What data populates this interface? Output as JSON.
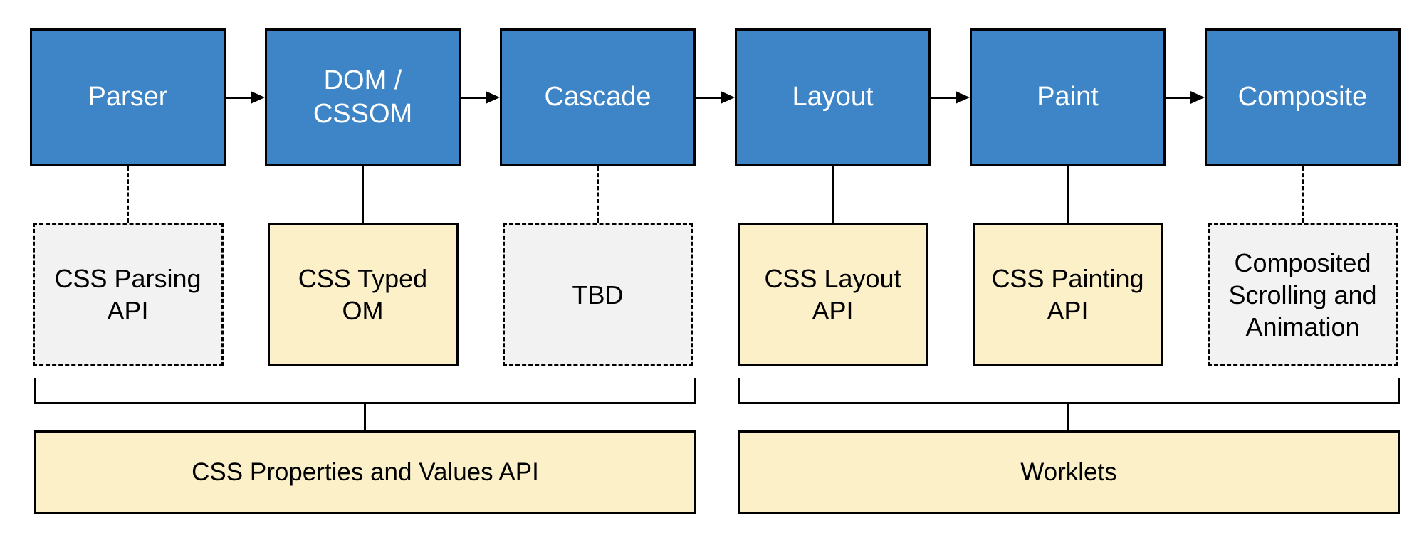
{
  "colors": {
    "stage_fill": "#3d85c6",
    "stage_text": "#ffffff",
    "api_solid_fill": "#fcf0c9",
    "api_dashed_fill": "#f2f2f2",
    "group_fill": "#fcf0c9",
    "line": "#000000",
    "background": "#ffffff"
  },
  "columns": [
    {
      "stage": "Parser",
      "api": "CSS Parsing\nAPI",
      "api_style": "dashed",
      "connector_style": "dashed"
    },
    {
      "stage": "DOM /\nCSSOM",
      "api": "CSS Typed\nOM",
      "api_style": "solid",
      "connector_style": "solid"
    },
    {
      "stage": "Cascade",
      "api": "TBD",
      "api_style": "dashed",
      "connector_style": "dashed"
    },
    {
      "stage": "Layout",
      "api": "CSS Layout\nAPI",
      "api_style": "solid",
      "connector_style": "solid"
    },
    {
      "stage": "Paint",
      "api": "CSS Painting\nAPI",
      "api_style": "solid",
      "connector_style": "solid"
    },
    {
      "stage": "Composite",
      "api": "Composited\nScrolling and\nAnimation",
      "api_style": "dashed",
      "connector_style": "dashed"
    }
  ],
  "groups": [
    {
      "label": "CSS Properties and Values API",
      "spans_stages": [
        "Parser",
        "DOM / CSSOM",
        "Cascade"
      ]
    },
    {
      "label": "Worklets",
      "spans_stages": [
        "Layout",
        "Paint",
        "Composite"
      ]
    }
  ]
}
